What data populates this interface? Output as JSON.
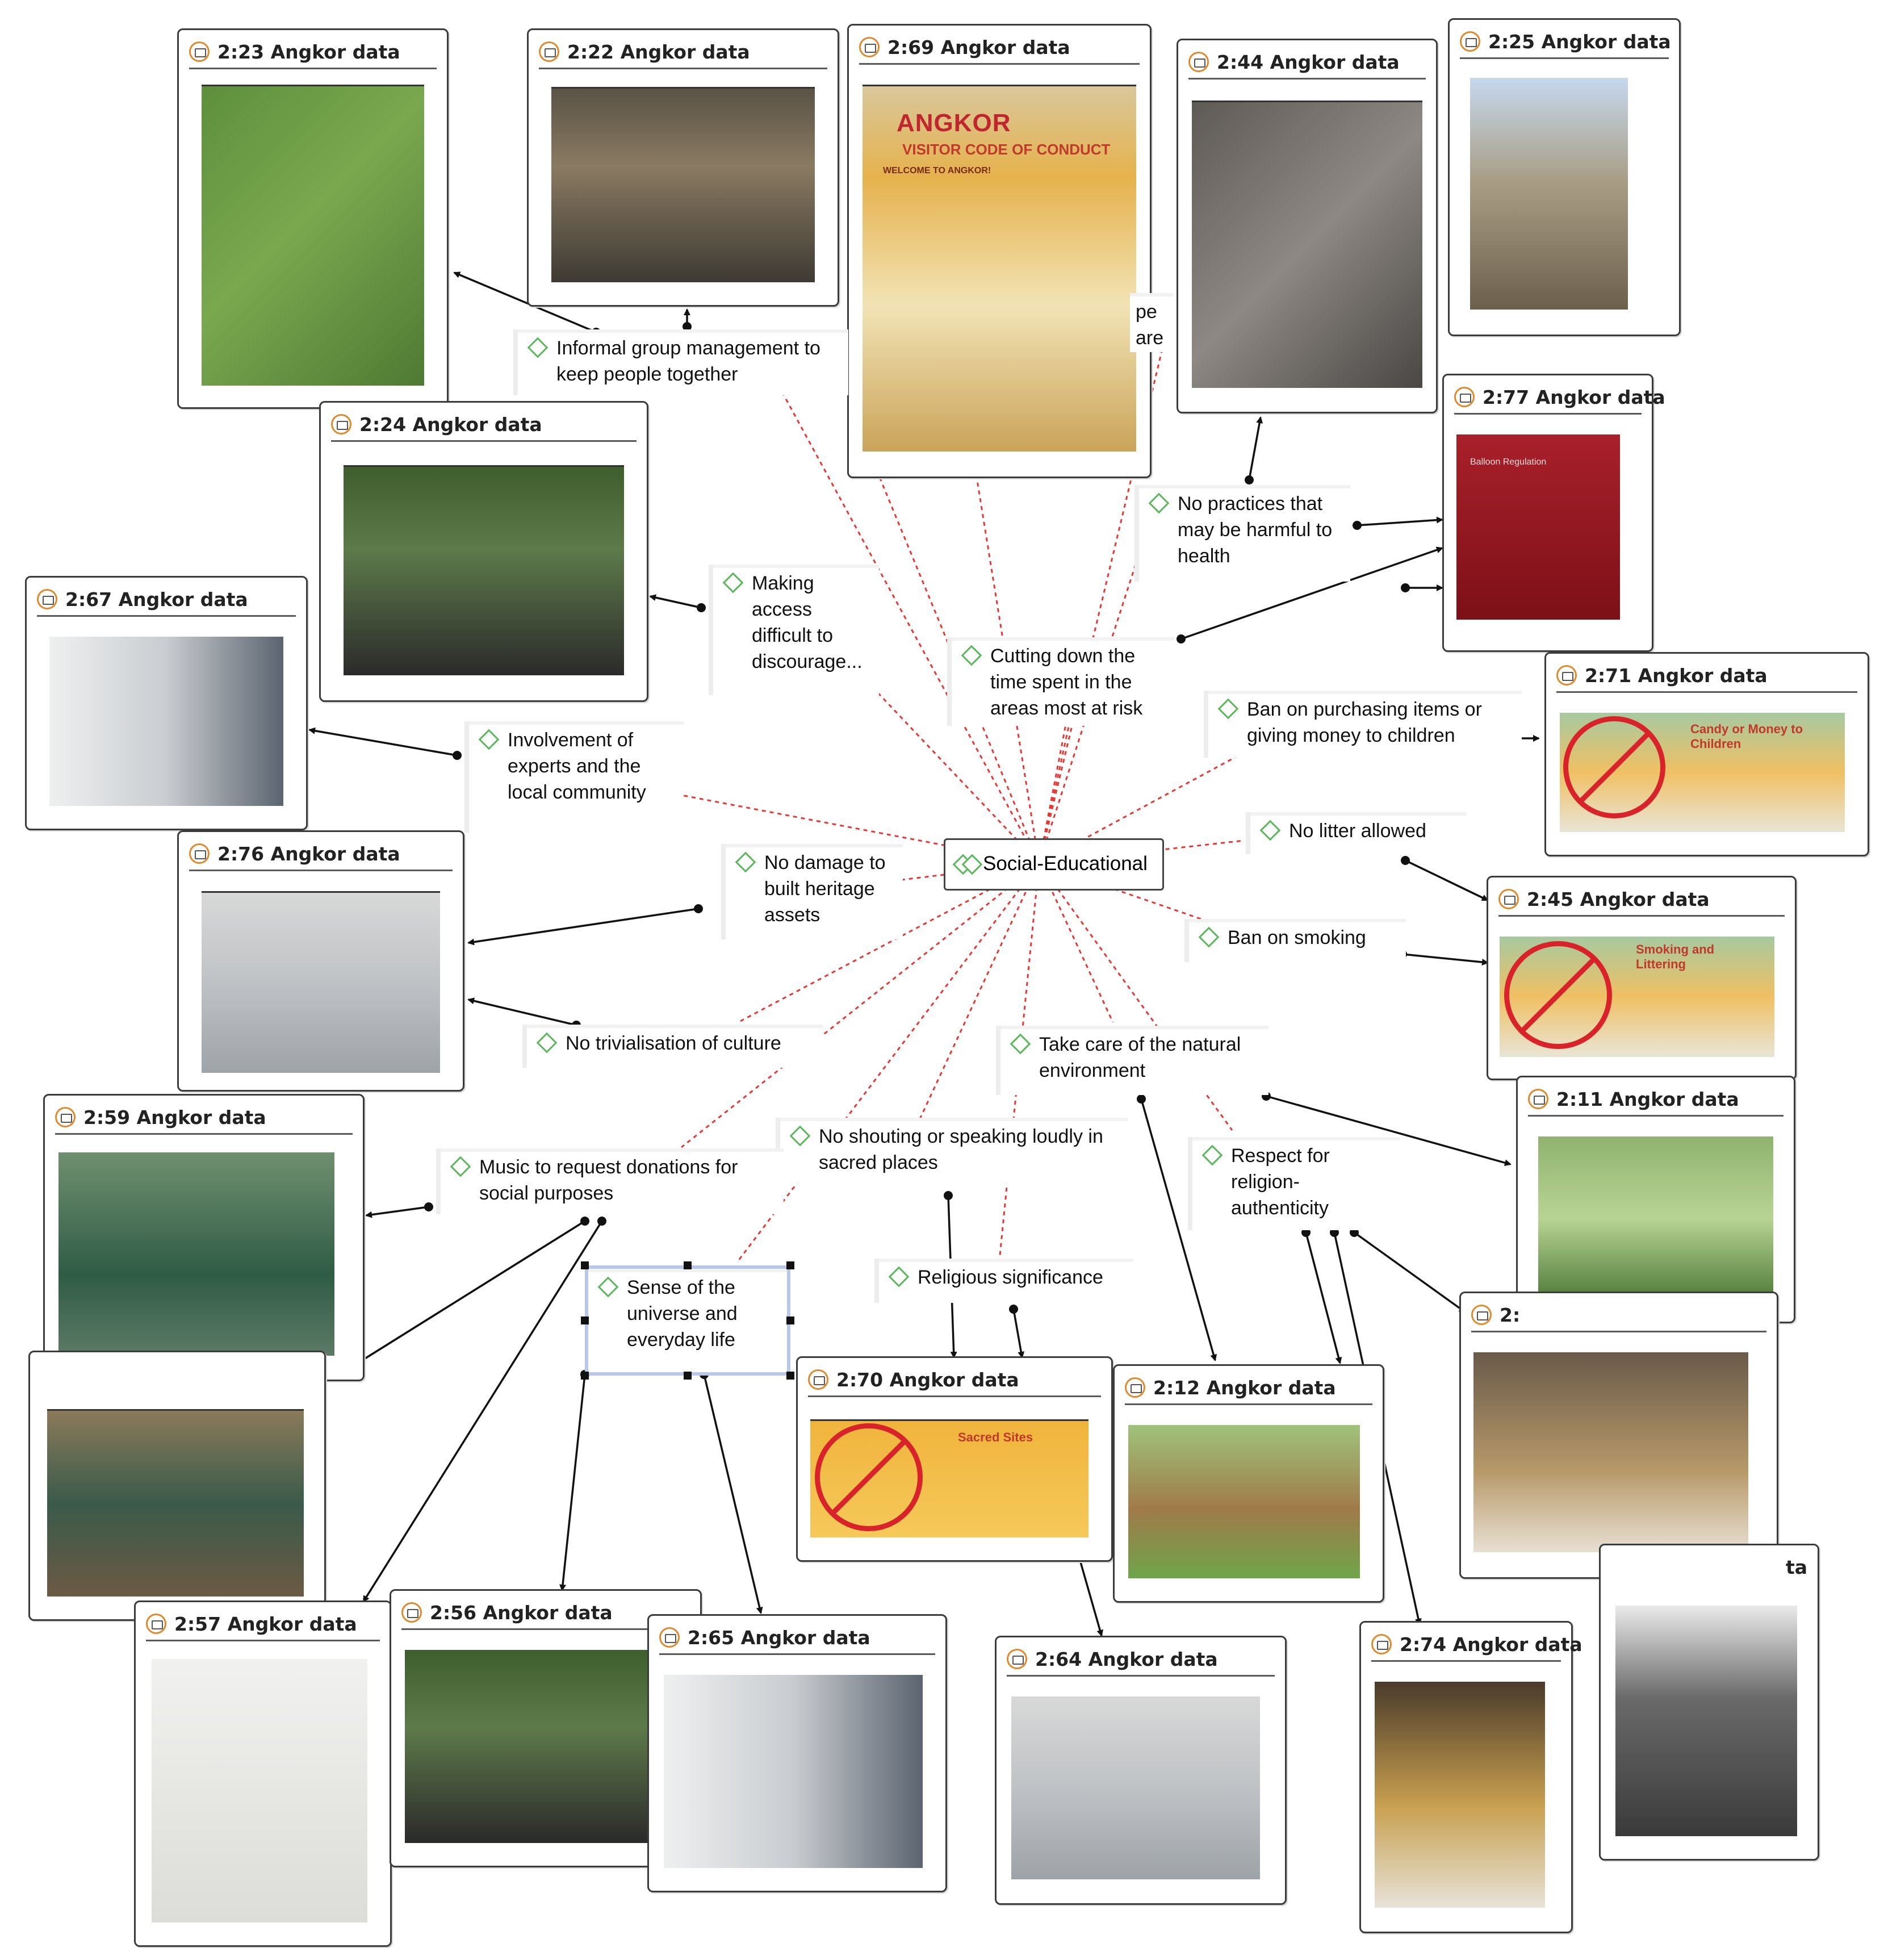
{
  "central": {
    "label": "Social-Educational"
  },
  "codes": {
    "informal_group": "Informal group management to keep people together",
    "making_access": "Making access difficult to discourage...",
    "involvement": "Involvement of experts and the local community",
    "no_damage": "No damage to built heritage assets",
    "no_trivialisation": "No trivialisation of culture",
    "music_donations": "Music to request donations for social purposes",
    "sense_universe": "Sense of the universe and everyday life",
    "no_shouting": "No shouting or speaking loudly in sacred places",
    "religious": "Religious significance",
    "take_care": "Take care of the natural environment",
    "respect_religion": "Respect for religion-authenticity",
    "cutting_down": "Cutting down the time spent in the areas most at risk",
    "no_practices": "No practices that may be harmful to health",
    "ban_purchasing": "Ban on purchasing items or giving money to children",
    "no_litter": "No litter allowed",
    "ban_smoking": "Ban on smoking",
    "partial_hidden": "pe are"
  },
  "cards": {
    "c223": "2:23 Angkor data",
    "c222": "2:22 Angkor data",
    "c269": "2:69 Angkor data",
    "c244": "2:44 Angkor data",
    "c225": "2:25 Angkor data",
    "c224": "2:24 Angkor data",
    "c277": "2:77 Angkor data",
    "c267": "2:67 Angkor data",
    "c271": "2:71 Angkor data",
    "c276": "2:76 Angkor data",
    "c245": "2:45 Angkor data",
    "c259": "2:59 Angkor data",
    "c211": "2:11 Angkor data",
    "c270": "2:70 Angkor data",
    "c212": "2:12 Angkor data",
    "c257": "2:57 Angkor data",
    "c256": "2:56 Angkor data",
    "c265": "2:65 Angkor data",
    "c264": "2:64 Angkor data",
    "c274": "2:74 Angkor data",
    "c2x": "2:",
    "cta": "ta"
  },
  "image_text": {
    "poster_title": "ANGKOR",
    "poster_subtitle": "VISITOR CODE OF CONDUCT",
    "poster_welcome": "WELCOME TO ANGKOR!",
    "candy_title": "Candy or Money to Children",
    "smoking_title": "Smoking and Littering",
    "sacred_title": "Sacred Sites",
    "red_sign_title": "Balloon Regulation"
  },
  "colors": {
    "dashed_link": "#e53935",
    "arrow_link": "#111111",
    "code_diamond": "#5cb85c",
    "card_icon": "#e08a2e"
  }
}
